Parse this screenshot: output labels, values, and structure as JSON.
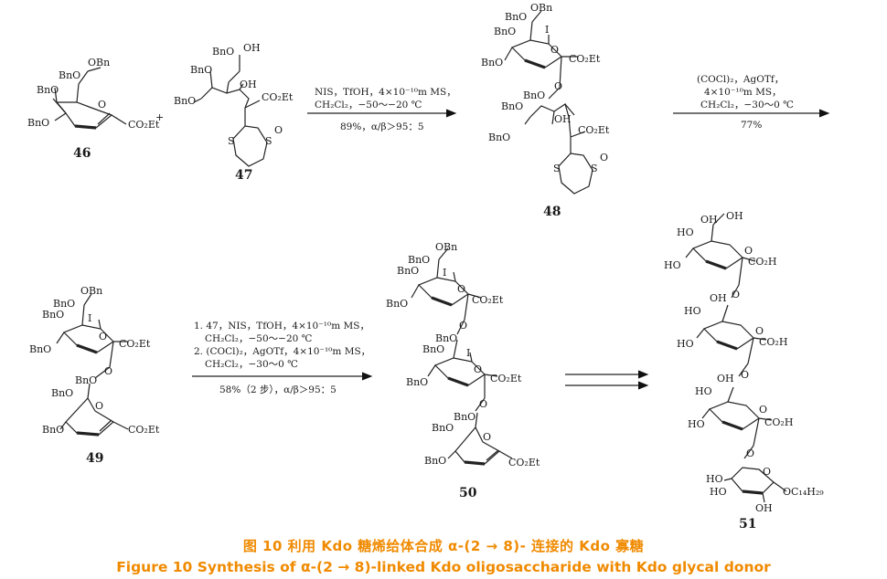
{
  "compounds": {
    "c46": {
      "number": "46",
      "labels": {
        "obn_top": "OBn",
        "bno_1": "BnO",
        "bno_2": "BnO",
        "bno_3": "BnO",
        "ring_o": "O",
        "ester": "CO₂Et"
      }
    },
    "c47": {
      "number": "47",
      "labels": {
        "bno_top": "BnO",
        "oh_top": "OH",
        "bno_2": "BnO",
        "oh_mid": "OH",
        "bno_3": "BnO",
        "ester": "CO₂Et",
        "s1": "S",
        "s2": "S",
        "so": "O",
        "plus": "+"
      }
    },
    "c48": {
      "number": "48",
      "labels": {
        "obn_top": "OBn",
        "bno_1": "BnO",
        "bno_2": "BnO",
        "iodo": "I",
        "ring_o": "O",
        "bno_3": "BnO",
        "ester1": "CO₂Et",
        "link_o": "O",
        "bno_4": "BnO",
        "bno_5": "BnO",
        "oh": "OH",
        "bno_6": "BnO",
        "ester2": "CO₂Et",
        "s1": "S",
        "s2": "S",
        "so": "O"
      }
    },
    "c49": {
      "number": "49",
      "labels": {
        "obn_top": "OBn",
        "bno_1": "BnO",
        "bno_2": "BnO",
        "iodo": "I",
        "ring_o": "O",
        "bno_3": "BnO",
        "ester1": "CO₂Et",
        "link_o": "O",
        "bno_4": "BnO",
        "bno_5": "BnO",
        "ring_o2": "O",
        "bno_6": "BnO",
        "ester2": "CO₂Et"
      }
    },
    "c50": {
      "number": "50",
      "labels": {
        "obn_top": "OBn",
        "bno_1": "BnO",
        "bno_2": "BnO",
        "iodo1": "I",
        "ring_o": "O",
        "bno_3": "BnO",
        "ester1": "CO₂Et",
        "link_o1": "O",
        "bno_4": "BnO",
        "bno_5": "BnO",
        "iodo2": "I",
        "ring_o2": "O",
        "bno_6": "BnO",
        "ester2": "CO₂Et",
        "link_o2": "O",
        "bno_7": "BnO",
        "bno_8": "BnO",
        "ring_o3": "O",
        "bno_9": "BnO",
        "ester3": "CO₂Et"
      }
    },
    "c51": {
      "number": "51",
      "labels": {
        "oh_1": "OH",
        "oh_2": "OH",
        "ho_1": "HO",
        "ring_o1": "O",
        "ho_2": "HO",
        "acid1": "CO₂H",
        "link_o1": "O",
        "oh_3": "OH",
        "ho_3": "HO",
        "ho_4": "HO",
        "ring_o2": "O",
        "acid2": "CO₂H",
        "link_o2": "O",
        "oh_4": "OH",
        "ho_5": "HO",
        "ho_6": "HO",
        "ring_o3": "O",
        "acid3": "CO₂H",
        "link_o3": "O",
        "ho_7": "HO",
        "ring_o4": "O",
        "ho_8": "HO",
        "tail": "OC₁₄H₂₉",
        "oh_5": "OH"
      }
    }
  },
  "conditions": {
    "step1": {
      "line1": "NIS，TfOH，4×10⁻¹⁰m MS，",
      "line2": "CH₂Cl₂，−50～−20 ℃",
      "line3": "89%，α/β＞95：5"
    },
    "step2": {
      "line1": "(COCl)₂，AgOTf，",
      "line2": "4×10⁻¹⁰m MS，",
      "line3": "CH₂Cl₂，−30～0 ℃",
      "line4": "77%"
    },
    "step3": {
      "line1": "1. 47，NIS，TfOH，4×10⁻¹⁰m MS，",
      "line2": "CH₂Cl₂，−50～−20 ℃",
      "line3": "2. (COCl)₂，AgOTf，4×10⁻¹⁰m MS，",
      "line4": "CH₂Cl₂，−30～0 ℃",
      "line5": "58%（2 步），α/β＞95：5"
    }
  },
  "caption": {
    "chinese": "图 10  利用 Kdo 糖烯给体合成 α-(2 → 8)- 连接的 Kdo 寡糖",
    "english": "Figure 10  Synthesis of α-(2 → 8)-linked Kdo oligosaccharide with Kdo glycal donor"
  }
}
